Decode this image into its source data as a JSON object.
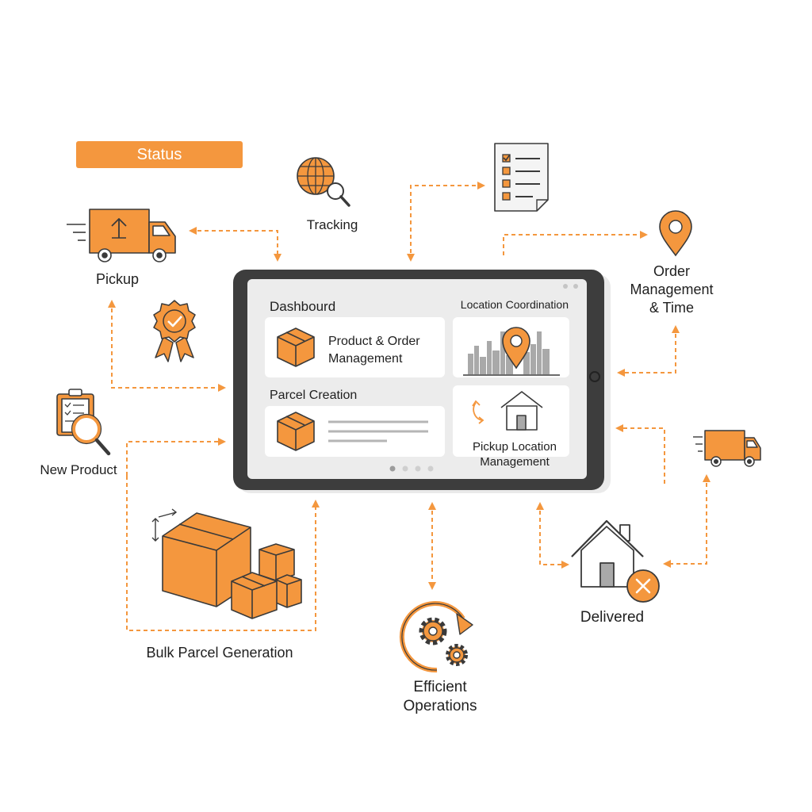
{
  "status_badge": {
    "label": "Status"
  },
  "colors": {
    "accent": "#f4973e",
    "outline": "#3a3a3a",
    "device": "#3d3d3d",
    "screen": "#ececec",
    "card": "#ffffff"
  },
  "nodes": {
    "tracking": {
      "label": "Tracking",
      "icon": "globe-search-icon"
    },
    "pickup": {
      "label": "Pickup",
      "icon": "delivery-truck-icon"
    },
    "order_management": {
      "line1": "Order",
      "line2": "Management",
      "line3": "& Time",
      "icon": "location-pin-icon"
    },
    "new_product": {
      "label": "New Product",
      "icon": "clipboard-search-icon"
    },
    "bulk_parcel": {
      "label": "Bulk Parcel Generation",
      "icon": "boxes-stack-icon"
    },
    "efficient_operations": {
      "line1": "Efficient",
      "line2": "Operations",
      "icon": "gears-cycle-icon"
    },
    "delivered": {
      "label": "Delivered",
      "icon": "house-cancel-icon"
    },
    "checklist": {
      "icon": "checklist-document-icon"
    },
    "quality": {
      "icon": "quality-badge-icon"
    },
    "delivery_van": {
      "icon": "delivery-van-icon"
    }
  },
  "dashboard": {
    "title": "Dashbourd",
    "location_title": "Location Coordination",
    "product_card": {
      "line1": "Product & Order",
      "line2": "Management"
    },
    "parcel_title": "Parcel Creation",
    "pickup_location_card": {
      "line1": "Pickup Location",
      "line2": "Management"
    }
  }
}
